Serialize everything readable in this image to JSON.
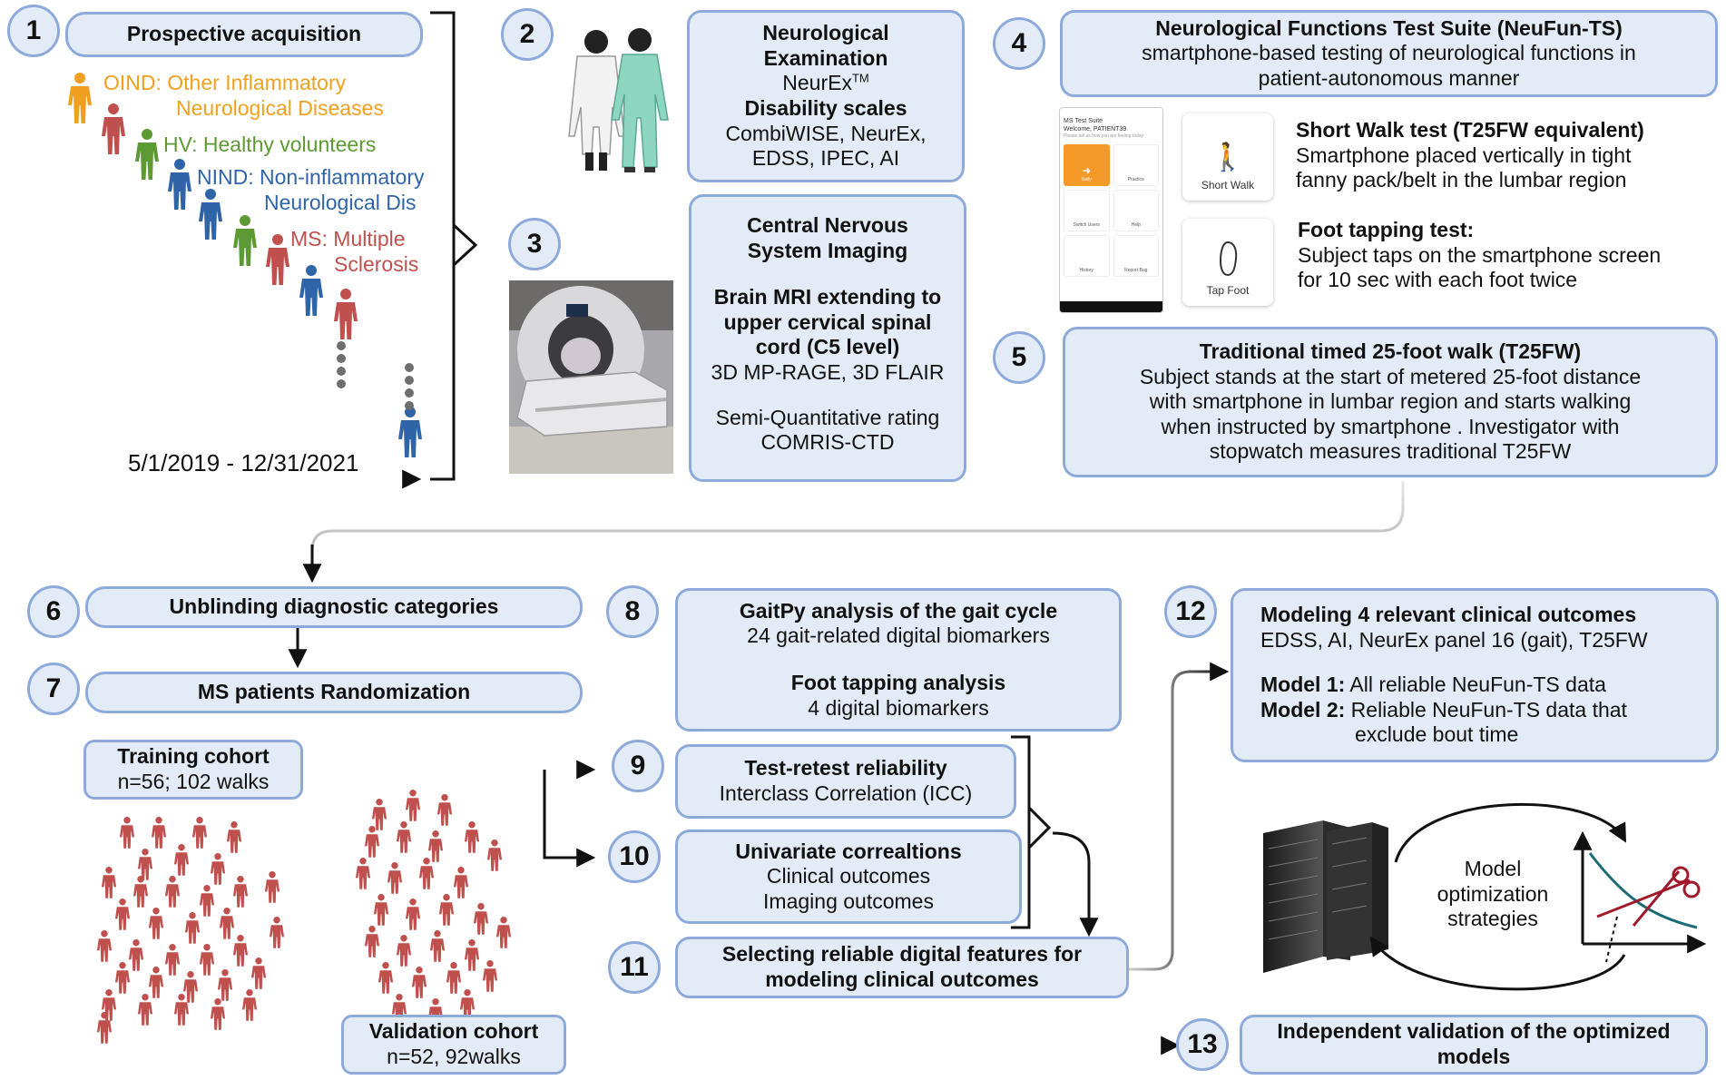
{
  "step_numbers": [
    "1",
    "2",
    "3",
    "4",
    "5",
    "6",
    "7",
    "8",
    "9",
    "10",
    "11",
    "12",
    "13"
  ],
  "colors": {
    "box_fill": "#e3ebf7",
    "box_border": "#8eaadb",
    "oind": "#f0a020",
    "hv": "#5d9a34",
    "nind": "#2f65a8",
    "ms": "#c0504d",
    "arrow": "#111111"
  },
  "acquisition": {
    "title": "Prospective acquisition",
    "groups": {
      "oind_line1": "OIND: Other Inflammatory",
      "oind_line2": "Neurological Diseases",
      "hv": "HV: Healthy volunteers",
      "nind_line1": "NIND: Non-inflammatory",
      "nind_line2": "Neurological Dis",
      "ms_line1": "MS: Multiple",
      "ms_line2": "Sclerosis"
    },
    "date_range": "5/1/2019 - 12/31/2021"
  },
  "neuro_exam": {
    "line1": "Neurological",
    "line2": "Examination",
    "neurex": "NeurEx",
    "tm": "TM",
    "disability": "Disability scales",
    "scales1": "CombiWISE, NeurEx,",
    "scales2": "EDSS, IPEC, AI"
  },
  "cns_imaging": {
    "title1": "Central Nervous",
    "title2": "System Imaging",
    "mri1": "Brain MRI extending to",
    "mri2": "upper cervical spinal",
    "mri3": "cord (C5 level)",
    "seq": "3D MP-RAGE, 3D FLAIR",
    "rating": "Semi-Quantitative rating",
    "comris": "COMRIS-CTD"
  },
  "neufun": {
    "title": "Neurological Functions Test Suite (NeuFun-TS)",
    "desc1": "smartphone-based testing of neurological functions in",
    "desc2": "patient-autonomous manner",
    "phone": {
      "app": "MS Test Suite",
      "welcome": "Welcome, PATIENT39",
      "sub": "Please tell us how you are feeling today",
      "tiles": [
        "Daily",
        "Practice",
        "Switch Users",
        "Help",
        "History",
        "Report Bug"
      ]
    },
    "card_walk": "Short Walk",
    "card_tap": "Tap Foot",
    "walk_title": "Short Walk test (T25FW equivalent)",
    "walk1": "Smartphone placed vertically in tight",
    "walk2": "fanny pack/belt in the lumbar region",
    "tap_title": "Foot tapping test:",
    "tap1": "Subject taps on the smartphone screen",
    "tap2": "for 10 sec with each foot twice"
  },
  "t25fw": {
    "title": "Traditional timed 25-foot walk (T25FW)",
    "l1": "Subject stands at the start of metered 25-foot distance",
    "l2": "with smartphone in lumbar region and starts walking",
    "l3": "when instructed by smartphone . Investigator with",
    "l4": "stopwatch measures traditional T25FW"
  },
  "unblinding": "Unblinding diagnostic categories",
  "randomization": "MS patients Randomization",
  "training": {
    "title": "Training cohort",
    "n": "n=56; 102 walks"
  },
  "validation": {
    "title": "Validation  cohort",
    "n": "n=52, 92walks"
  },
  "gaitpy": {
    "title": "GaitPy analysis of the gait cycle",
    "sub": "24 gait-related digital biomarkers",
    "tap_title": "Foot tapping analysis",
    "tap_sub": "4 digital biomarkers"
  },
  "retest": {
    "title": "Test-retest reliability",
    "sub": "Interclass Correlation (ICC)"
  },
  "univariate": {
    "title": "Univariate correaltions",
    "l1": "Clinical outcomes",
    "l2": "Imaging outcomes"
  },
  "selecting": {
    "l1": "Selecting reliable digital features for",
    "l2": "modeling clinical outcomes"
  },
  "modeling": {
    "title": "Modeling 4 relevant clinical outcomes",
    "outcomes": "EDSS, AI, NeurEx panel 16 (gait), T25FW",
    "m1_label": "Model 1:",
    "m1_text": " All reliable NeuFun-TS data",
    "m2_label": "Model 2:",
    "m2_text": " Reliable NeuFun-TS data that",
    "m2_text2": "exclude bout time"
  },
  "optimization": {
    "l1": "Model",
    "l2": "optimization",
    "l3": "strategies"
  },
  "independent": {
    "l1": "Independent validation of the optimized",
    "l2": "models"
  }
}
